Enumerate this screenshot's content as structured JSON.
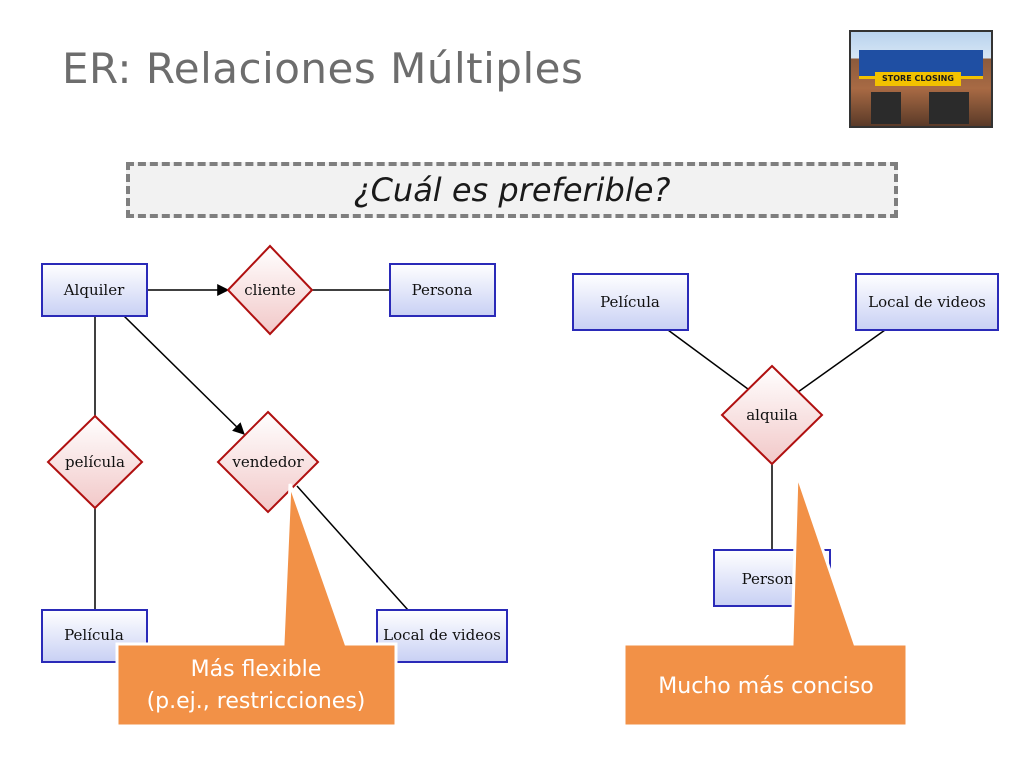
{
  "slide": {
    "title": "ER: Relaciones Múltiples",
    "question": "¿Cuál es preferible?",
    "photo_sign": "STORE CLOSING"
  },
  "diagram": {
    "left": {
      "entities": {
        "alquiler": "Alquiler",
        "persona": "Persona",
        "pelicula": "Película",
        "local": "Local de videos"
      },
      "relations": {
        "cliente": "cliente",
        "pelicula": "película",
        "vendedor": "vendedor"
      }
    },
    "right": {
      "entities": {
        "pelicula": "Película",
        "local": "Local de videos",
        "persona": "Persona"
      },
      "relations": {
        "alquila": "alquila"
      }
    }
  },
  "callouts": {
    "left_line1": "Más flexible",
    "left_line2": "(p.ej., restricciones)",
    "right": "Mucho más conciso"
  },
  "colors": {
    "entity_border": "#2a2ab8",
    "relation_border": "#b01010",
    "callout": "#f29147"
  }
}
